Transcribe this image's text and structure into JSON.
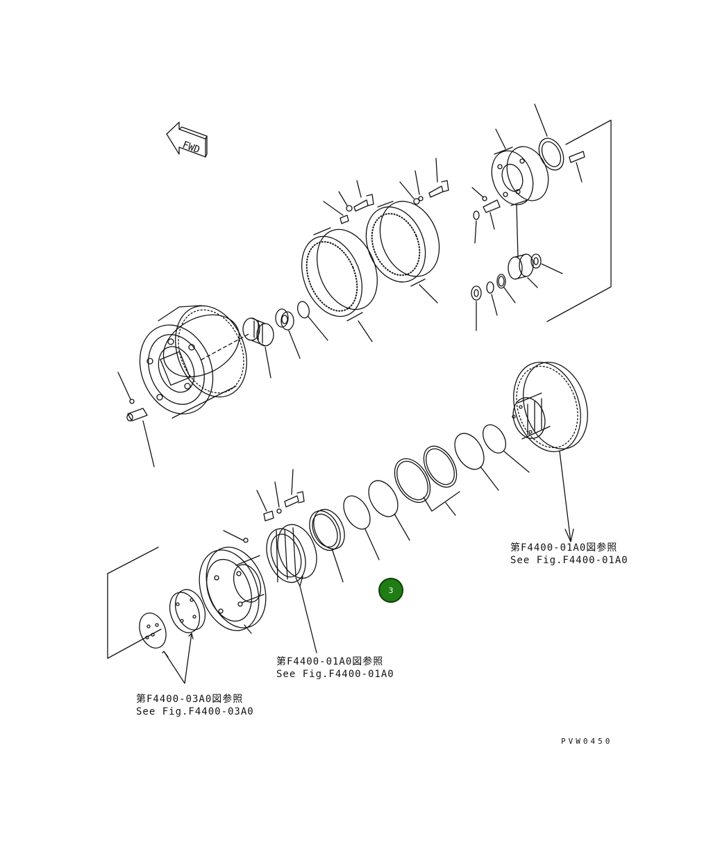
{
  "fwd_label": "FWD",
  "references": {
    "right": {
      "jp": "第F4400-01A0図参照",
      "en": "See Fig.F4400-01A0"
    },
    "middle": {
      "jp": "第F4400-01A0図参照",
      "en": "See Fig.F4400-01A0"
    },
    "left": {
      "jp": "第F4400-03A0図参照",
      "en": "See Fig.F4400-03A0"
    }
  },
  "callout": {
    "number": "3",
    "color": "#1f7d14"
  },
  "drawing_code": "PVW0450",
  "colors": {
    "line": "#111111",
    "background": "#ffffff"
  }
}
